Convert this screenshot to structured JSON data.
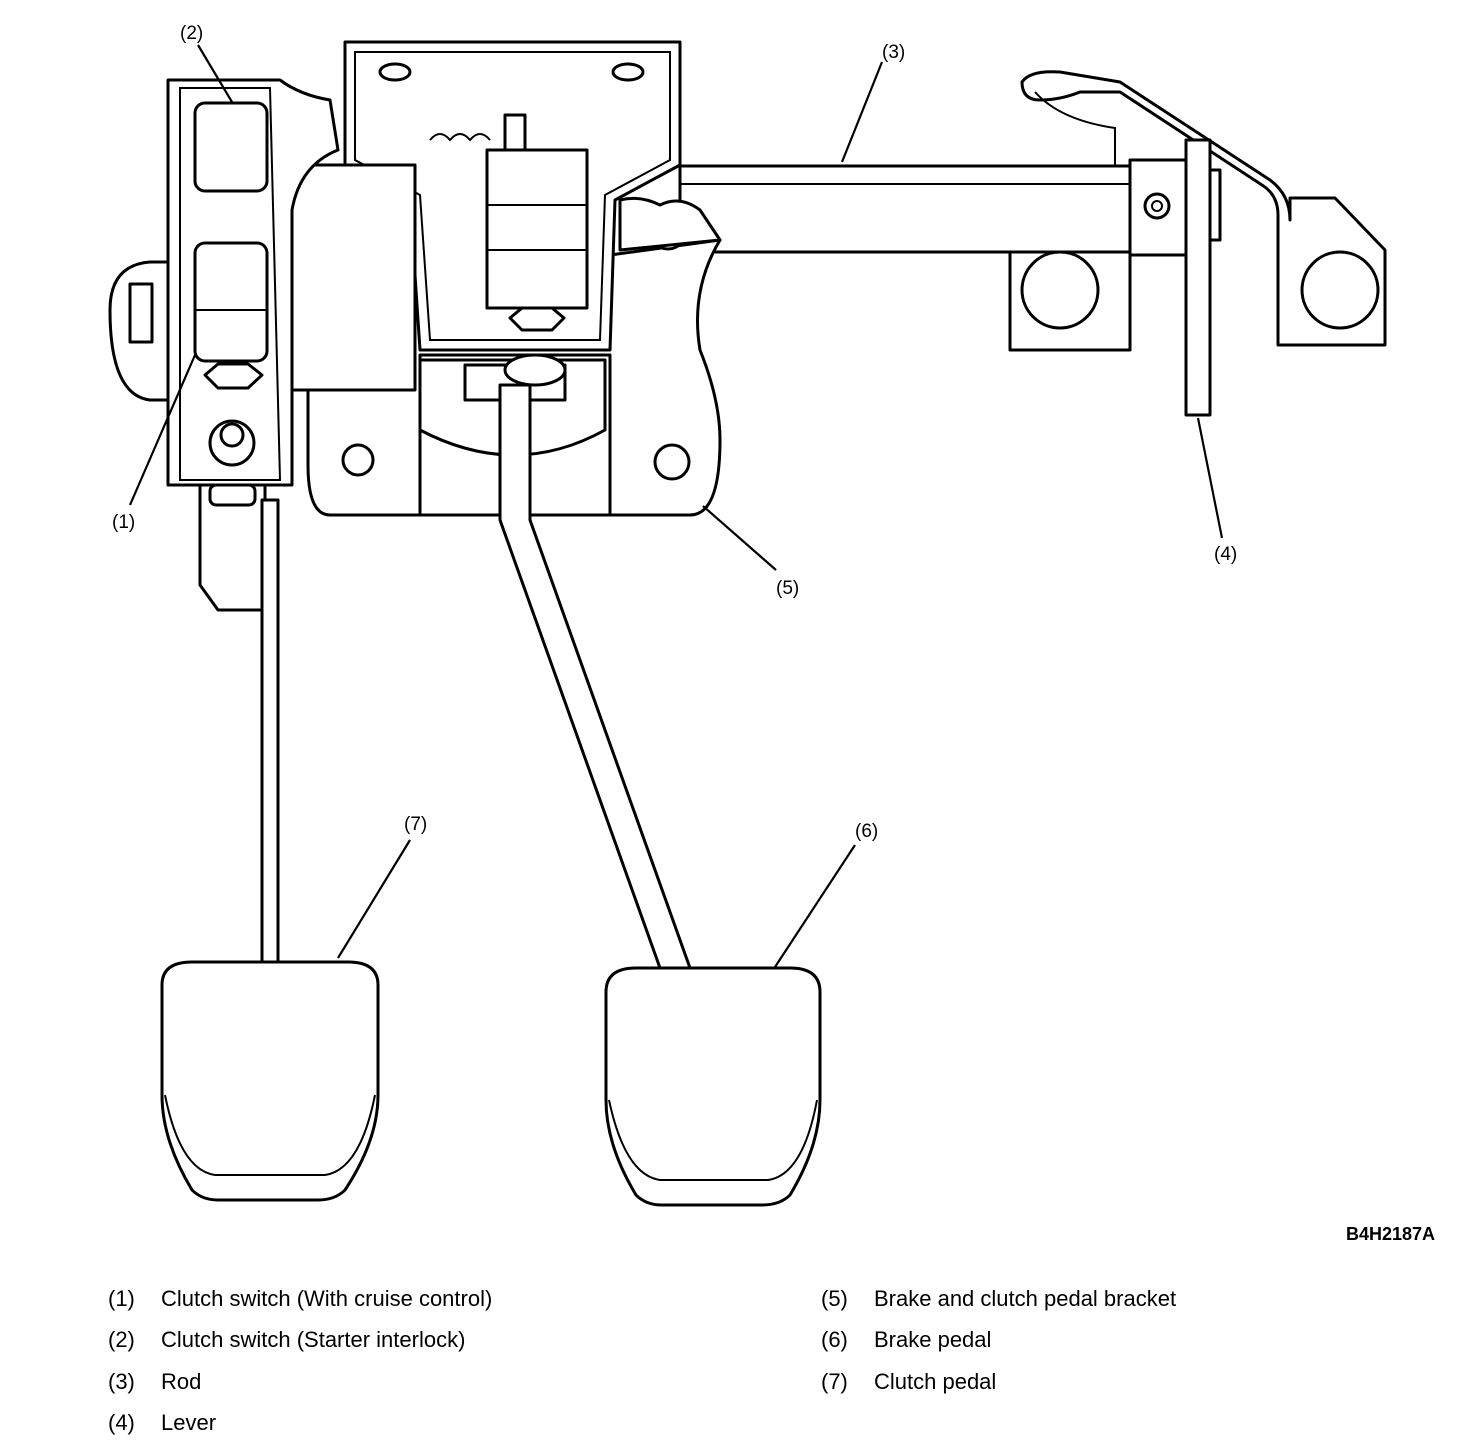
{
  "figure": {
    "reference_code": "B4H2187A",
    "callouts": [
      "(1)",
      "(2)",
      "(3)",
      "(4)",
      "(5)",
      "(6)",
      "(7)"
    ]
  },
  "legend": [
    {
      "num": "(1)",
      "text": "Clutch switch (With cruise control)"
    },
    {
      "num": "(2)",
      "text": "Clutch switch (Starter interlock)"
    },
    {
      "num": "(3)",
      "text": "Rod"
    },
    {
      "num": "(4)",
      "text": "Lever"
    },
    {
      "num": "(5)",
      "text": "Brake and clutch pedal bracket"
    },
    {
      "num": "(6)",
      "text": "Brake pedal"
    },
    {
      "num": "(7)",
      "text": "Clutch pedal"
    }
  ]
}
